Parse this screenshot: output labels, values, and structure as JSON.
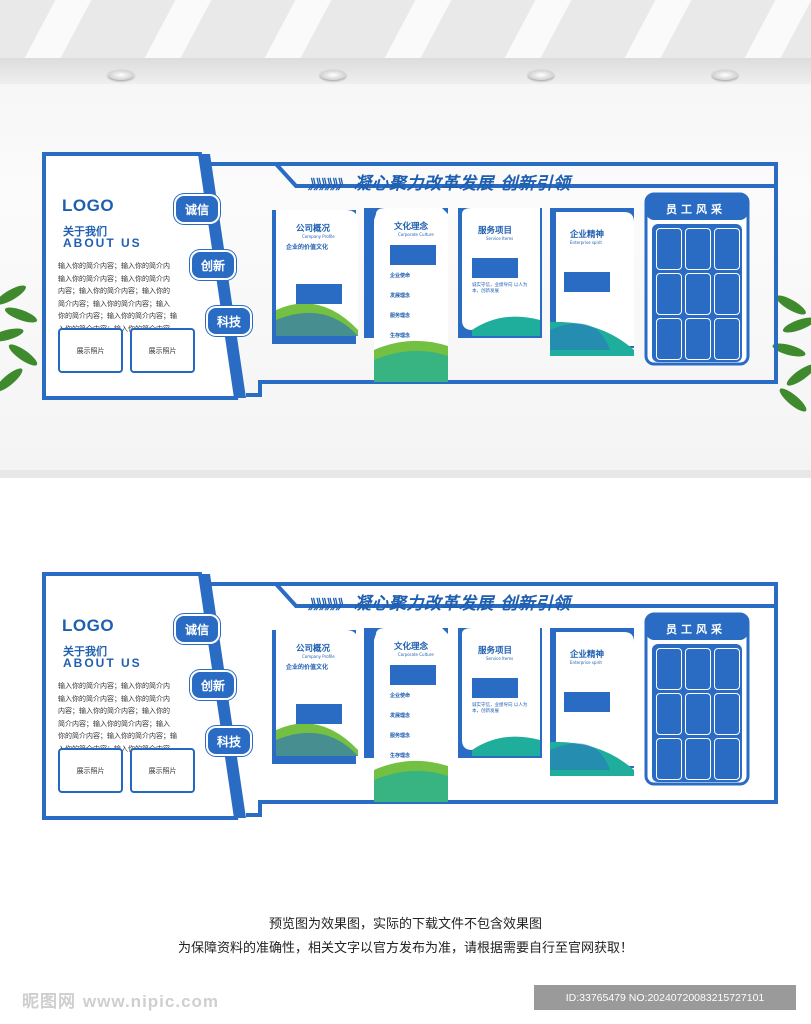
{
  "design": {
    "logo": "LOGO",
    "about_cn": "关于我们",
    "about_en": "ABOUT US",
    "intro_lines": [
      "输入你的简介内容；输入你的简介内",
      "输入你的简介内容；输入你的简介内",
      "内容；输入你的简介内容；输入你的",
      "简介内容；输入你的简介内容；输入",
      "你的简介内容；输入你的简介内容；输",
      "入你的简介内容；输入你的简介内容"
    ],
    "photo_label": "展示照片",
    "pills": [
      "诚信",
      "创新",
      "科技"
    ],
    "slogan_arrows": "》》》》》》",
    "slogan": "凝心聚力改革发展 创新引领",
    "panels": {
      "company": {
        "title": "公司概况",
        "sub": "Company Profile",
        "note": "企业的价值文化"
      },
      "culture": {
        "title": "文化理念",
        "sub": "Corporate Culture",
        "items": [
          "企业使命",
          "发展理念",
          "服务理念",
          "生存理念"
        ]
      },
      "service": {
        "title": "服务项目",
        "sub": "Service Items",
        "note": "诚实守信，业绩导向 以人为本，创新发展"
      },
      "spirit": {
        "title": "企业精神",
        "sub": "Enterprise spirit"
      }
    },
    "staff_title": "员工风采"
  },
  "caption": {
    "line1": "预览图为效果图，实际的下载文件不包含效果图",
    "line2": "为保障资料的准确性，相关文字以官方发布为准，请根据需要自行至官网获取！"
  },
  "footer": {
    "watermark_cn": "昵图网",
    "watermark_url": "www.nipic.com",
    "id_text": "ID:33765479 NO:20240720083215727101"
  },
  "colors": {
    "blue": "#2a6cc4",
    "dark_blue": "#1f5fb0",
    "green": "#74c043",
    "teal": "#1fae9c"
  }
}
